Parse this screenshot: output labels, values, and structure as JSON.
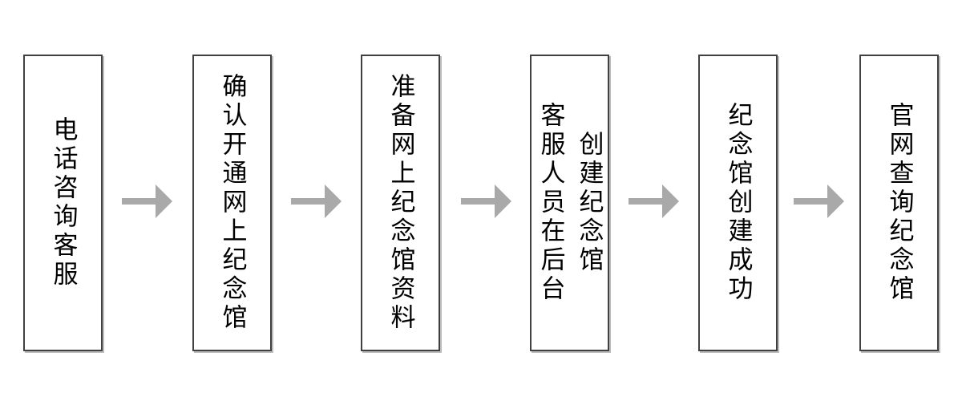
{
  "flowchart": {
    "title": "memorial-hall-creation-process",
    "steps": [
      {
        "id": 1,
        "columns": {
          "0": "电话咨询客服"
        }
      },
      {
        "id": 2,
        "columns": {
          "0": "确认开通网上纪念馆"
        }
      },
      {
        "id": 3,
        "columns": {
          "0": "准备网上纪念馆资料"
        }
      },
      {
        "id": 4,
        "columns": {
          "0": "客服人员在后台",
          "1": "创建纪念馆"
        }
      },
      {
        "id": 5,
        "columns": {
          "0": "纪念馆创建成功"
        }
      },
      {
        "id": 6,
        "columns": {
          "0": "官网查询纪念馆"
        }
      }
    ],
    "connectors": {
      "count": 5,
      "icon": "arrow-right-icon",
      "direction": "right"
    },
    "colors": {
      "box_border": "#404040",
      "box_fill": "#ffffff",
      "arrow": "#a9a9a9",
      "text": "#000000",
      "background": "#ffffff"
    }
  }
}
